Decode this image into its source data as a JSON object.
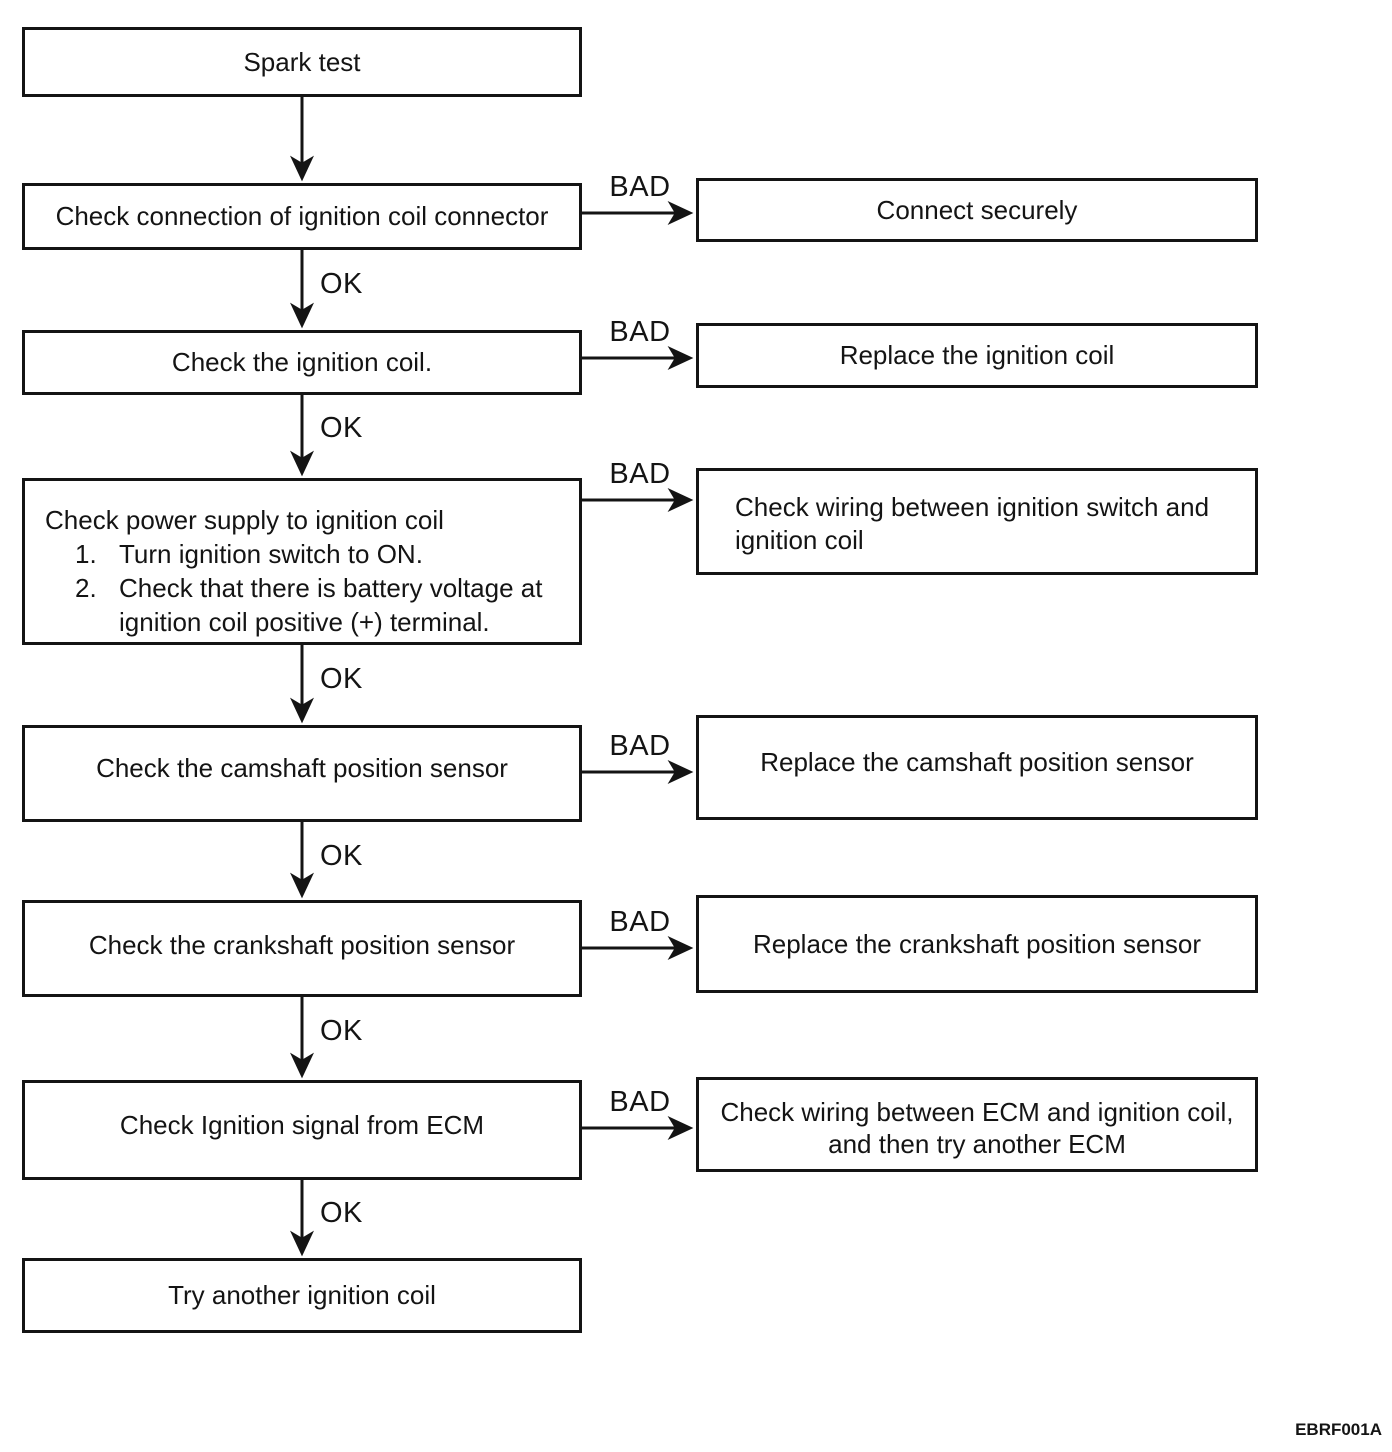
{
  "figure_code": "EBRF001A",
  "labels": {
    "ok": "OK",
    "bad": "BAD"
  },
  "colors": {
    "ink": "#141414",
    "background": "#ffffff"
  },
  "flow": {
    "start": {
      "text": "Spark test"
    },
    "steps": [
      {
        "check": "Check connection of ignition coil connector",
        "bad_action": "Connect securely"
      },
      {
        "check": "Check the ignition coil.",
        "bad_action": "Replace the ignition coil"
      },
      {
        "check_title": "Check power supply to ignition coil",
        "step1_no": "1.",
        "step1": "Turn ignition switch to ON.",
        "step2_no": "2.",
        "step2": "Check that there is battery voltage at\nignition coil positive (+) terminal.",
        "bad_action": "Check wiring between ignition switch and\nignition coil"
      },
      {
        "check": "Check the camshaft position sensor",
        "bad_action": "Replace the camshaft position sensor"
      },
      {
        "check": "Check the crankshaft position sensor",
        "bad_action": "Replace the crankshaft position sensor"
      },
      {
        "check": "Check Ignition signal from ECM",
        "bad_action": "Check wiring between ECM and ignition coil,\nand then try another ECM"
      }
    ],
    "end": {
      "text": "Try another ignition coil"
    }
  }
}
